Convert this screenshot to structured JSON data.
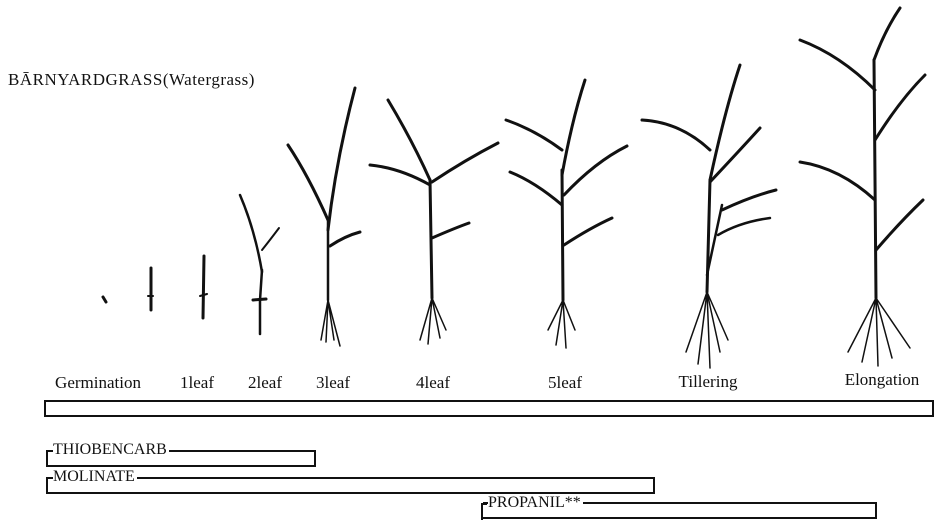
{
  "title": "BĀRNYARDGRASS(Watergrass)",
  "stages": [
    "Germination",
    "1leaf",
    "2leaf",
    "3leaf",
    "4leaf",
    "5leaf",
    "Tillering",
    "Elongation"
  ],
  "herbicides": [
    {
      "name": "THIOBENCARB"
    },
    {
      "name": "MOLINATE"
    },
    {
      "name": "PROPANIL**"
    }
  ]
}
